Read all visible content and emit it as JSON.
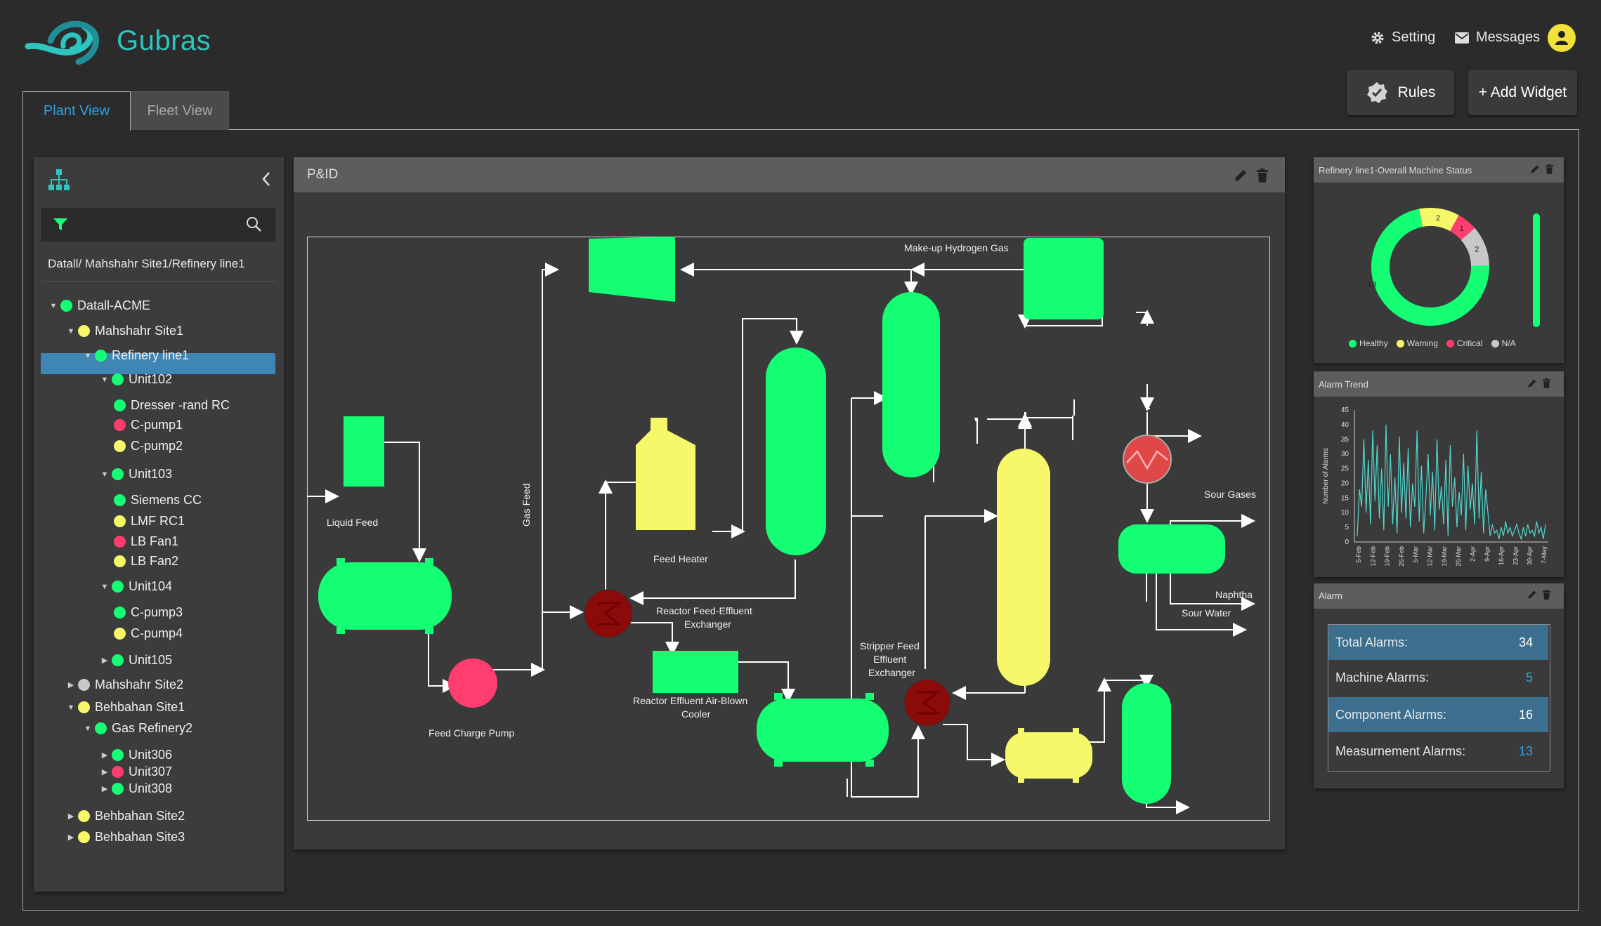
{
  "app": {
    "name": "Gubras"
  },
  "header": {
    "setting_label": "Setting",
    "messages_label": "Messages"
  },
  "toolbar": {
    "rules_label": "Rules",
    "add_widget_label": "+ Add Widget"
  },
  "tabs": [
    {
      "label": "Plant View",
      "active": true
    },
    {
      "label": "Fleet View",
      "active": false
    }
  ],
  "tree": {
    "breadcrumb": "Datall/ Mahshahr Site1/Refinery line1",
    "filter_placeholder": "",
    "nodes": [
      {
        "label": "Datall-ACME",
        "status": "healthy",
        "expanded": true
      },
      {
        "label": "Mahshahr Site1",
        "status": "warning",
        "expanded": true
      },
      {
        "label": "Refinery line1",
        "status": "healthy",
        "expanded": true,
        "selected": true
      },
      {
        "label": "Unit102",
        "status": "healthy",
        "expanded": true
      },
      {
        "label": "Dresser -rand  RC",
        "status": "healthy"
      },
      {
        "label": "C-pump1",
        "status": "critical"
      },
      {
        "label": "C-pump2",
        "status": "warning"
      },
      {
        "label": "Unit103",
        "status": "healthy",
        "expanded": true
      },
      {
        "label": "Siemens CC",
        "status": "healthy"
      },
      {
        "label": "LMF RC1",
        "status": "warning"
      },
      {
        "label": "LB Fan1",
        "status": "critical"
      },
      {
        "label": "LB Fan2",
        "status": "warning"
      },
      {
        "label": "Unit104",
        "status": "healthy",
        "expanded": true
      },
      {
        "label": "C-pump3",
        "status": "healthy"
      },
      {
        "label": "C-pump4",
        "status": "warning"
      },
      {
        "label": "Unit105",
        "status": "healthy",
        "expanded": false
      },
      {
        "label": "Mahshahr Site2",
        "status": "na",
        "expanded": false
      },
      {
        "label": "Behbahan Site1",
        "status": "warning",
        "expanded": true
      },
      {
        "label": "Gas Refinery2",
        "status": "healthy",
        "expanded": true
      },
      {
        "label": "Unit306",
        "status": "healthy",
        "expanded": false
      },
      {
        "label": "Unit307",
        "status": "critical",
        "expanded": false
      },
      {
        "label": "Unit308",
        "status": "healthy",
        "expanded": false
      },
      {
        "label": "Behbahan Site2",
        "status": "warning",
        "expanded": false
      },
      {
        "label": "Behbahan Site3",
        "status": "warning",
        "expanded": false
      }
    ]
  },
  "pid": {
    "title": "P&ID",
    "labels": {
      "liquid_feed": "Liquid Feed",
      "gas_feed": "Gas Feed",
      "feed_charge_pump": "Feed Charge Pump",
      "feed_heater": "Feed Heater",
      "makeup_h2": "Make-up Hydrogen Gas",
      "reactor_exchanger_1": "Reactor Feed-Effluent",
      "reactor_exchanger_2": "Exchanger",
      "air_cooler_1": "Reactor Effluent Air-Blown",
      "air_cooler_2": "Cooler",
      "stripper_1": "Stripper Feed",
      "stripper_2": "Effluent",
      "stripper_3": "Exchanger",
      "sour_gases": "Sour Gases",
      "naphtha": "Naphtha",
      "sour_water": "Sour Water"
    }
  },
  "widgets": {
    "status": {
      "title": "Refinery line1-Overall Machine Status",
      "legend": [
        "Healthy",
        "Warning",
        "Critical",
        "N/A"
      ]
    },
    "trend": {
      "title": "Alarm Trend"
    },
    "alarm": {
      "title": "Alarm",
      "rows": [
        {
          "label": "Total Alarms:",
          "value": "34"
        },
        {
          "label": "Machine Alarms:",
          "value": "5"
        },
        {
          "label": "Component Alarms:",
          "value": "16"
        },
        {
          "label": "Measurnement Alarms:",
          "value": "13"
        }
      ]
    }
  },
  "colors": {
    "healthy": "#14ff73",
    "warning": "#f7f76a",
    "critical": "#ff3d6e",
    "na": "#c8c8c8",
    "accent": "#29a3e8",
    "selected": "#3f86b4"
  },
  "chart_data": [
    {
      "type": "pie",
      "categories": [
        "Healthy",
        "Warning",
        "Critical",
        "N/A"
      ],
      "values": [
        13,
        2,
        1,
        2
      ],
      "title": "Refinery line1-Overall Machine Status"
    },
    {
      "type": "line",
      "title": "Alarm Trend",
      "xlabel": "",
      "ylabel": "Number of Alarms",
      "ylim": [
        0,
        45
      ],
      "yticks": [
        0,
        5,
        10,
        15,
        20,
        25,
        30,
        35,
        40,
        45
      ],
      "xticks": [
        "5-Feb",
        "12-Feb",
        "19-Feb",
        "26-Feb",
        "5-Mar",
        "12-Mar",
        "19-Mar",
        "26-Mar",
        "2-Apr",
        "9-Apr",
        "16-Apr",
        "23-Apr",
        "30-Apr",
        "7-May"
      ],
      "series": [
        {
          "values": [
            2,
            18,
            12,
            35,
            10,
            28,
            6,
            38,
            14,
            33,
            8,
            25,
            4,
            40,
            12,
            30,
            6,
            22,
            3,
            36,
            10,
            27,
            8,
            32,
            5,
            20,
            12,
            38,
            7,
            26,
            3,
            15,
            30,
            9,
            24,
            4,
            35,
            11,
            19,
            6,
            28,
            2,
            33,
            12,
            22,
            5,
            17,
            9,
            30,
            4,
            26,
            11,
            20,
            6,
            38,
            8,
            24,
            3,
            18,
            10,
            2,
            6,
            3,
            4,
            1,
            5,
            2,
            7,
            3,
            5,
            2,
            4,
            6,
            3,
            1,
            5,
            2,
            6,
            3,
            4,
            2,
            7,
            3,
            5,
            1,
            6
          ]
        }
      ]
    }
  ]
}
